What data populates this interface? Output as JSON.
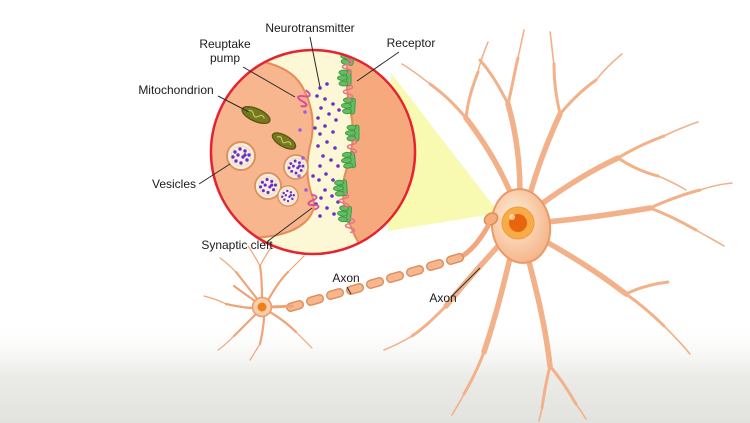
{
  "diagram": {
    "labels": {
      "neurotransmitter": "Neurotransmitter",
      "reuptake_pump": [
        "Reuptake",
        "pump"
      ],
      "receptor": "Receptor",
      "mitochondrion": "Mitochondrion",
      "vesicles": "Vesicles",
      "synaptic_cleft": "Synaptic cleft",
      "axon_myelin": "Axon",
      "axon_neuron": "Axon"
    },
    "colors": {
      "magnifier_border": "#e5242e",
      "magnifier_background": "#fcf7d5",
      "magnification_beam": "#f8fab2",
      "neuron_fill": "#f8c39c",
      "neuron_outline": "#ec9a68",
      "nucleus_outer": "#f9ab48",
      "nucleus_inner": "#e8650e",
      "presynaptic_terminal": "#f7b68e",
      "postsynaptic_membrane": "#f5a97c",
      "vesicle_fill": "#f7f0de",
      "neurotransmitter_dot": "#6a2fc9",
      "receptor_green": "#66bb66",
      "pump_pink": "#d84f9b",
      "mitochondrion_dark": "#78781f",
      "label_text": "#1b1b1b"
    }
  }
}
